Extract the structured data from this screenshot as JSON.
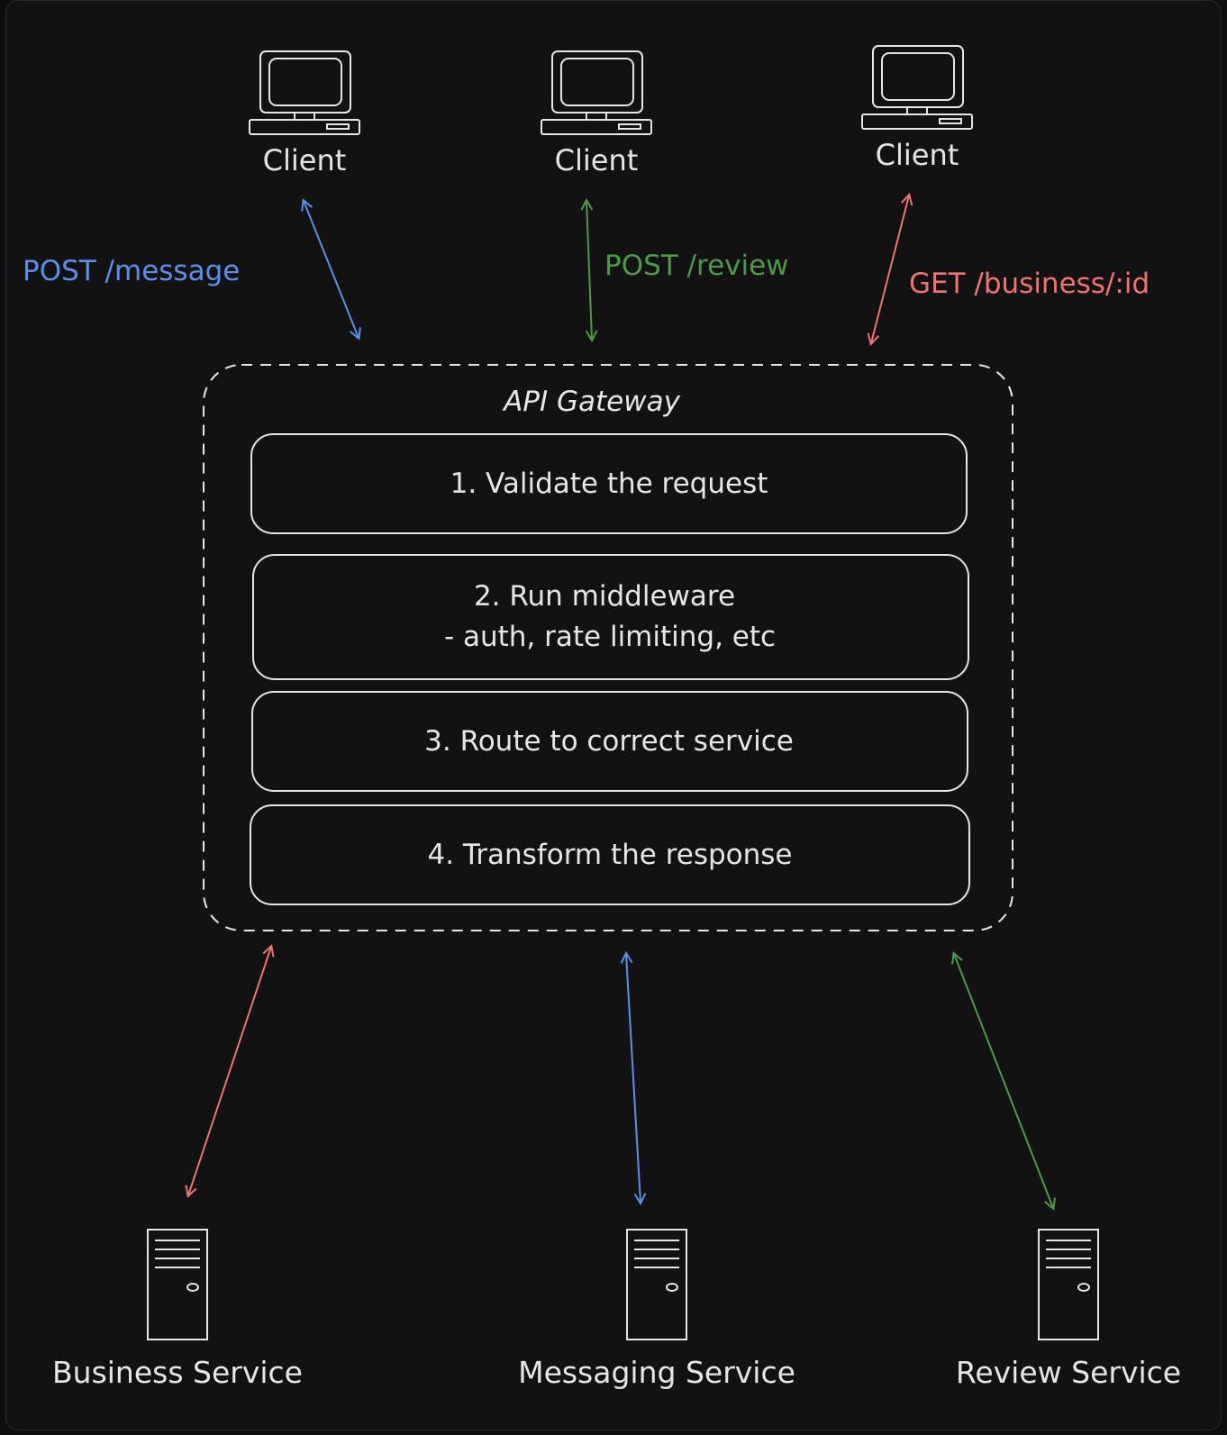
{
  "clients": [
    {
      "label": "Client"
    },
    {
      "label": "Client"
    },
    {
      "label": "Client"
    }
  ],
  "routes": [
    {
      "label": "POST /message",
      "color": "#5b8fe8"
    },
    {
      "label": "POST /review",
      "color": "#4f9a4a"
    },
    {
      "label": "GET /business/:id",
      "color": "#f07470"
    }
  ],
  "gateway": {
    "title": "API Gateway",
    "steps": [
      {
        "line1": "1. Validate the request",
        "line2": ""
      },
      {
        "line1": "2. Run middleware",
        "line2": "- auth, rate limiting, etc"
      },
      {
        "line1": "3. Route to correct service",
        "line2": ""
      },
      {
        "line1": "4. Transform the response",
        "line2": ""
      }
    ]
  },
  "services": [
    {
      "label": "Business Service",
      "color": "#f07470"
    },
    {
      "label": "Messaging Service",
      "color": "#5b8fe8"
    },
    {
      "label": "Review Service",
      "color": "#4f9a4a"
    }
  ],
  "colors": {
    "background": "#121212",
    "stroke": "#e6e6e6",
    "blue": "#5b8fe8",
    "green": "#4f9a4a",
    "red": "#f07470"
  }
}
